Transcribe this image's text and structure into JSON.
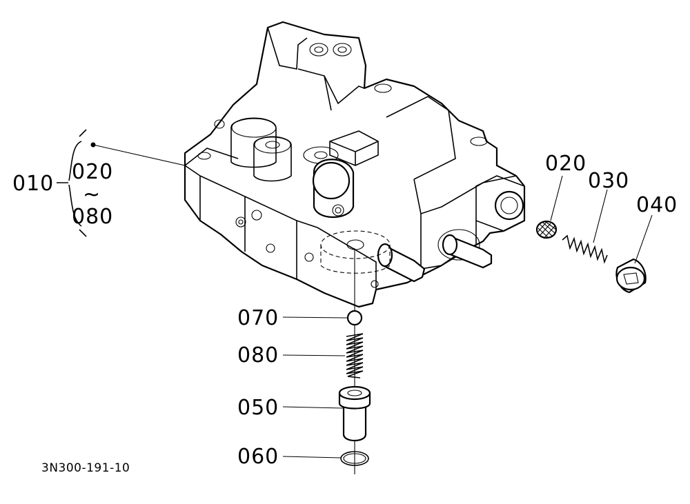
{
  "callouts": {
    "assembly": "010",
    "range_start": "020",
    "range_tilde": "~",
    "range_end": "080",
    "filter": "020",
    "spring_right": "030",
    "plug": "040",
    "ball": "070",
    "spring_lower": "080",
    "sleeve": "050",
    "o_ring": "060"
  },
  "drawing_code": "3N300-191-10"
}
